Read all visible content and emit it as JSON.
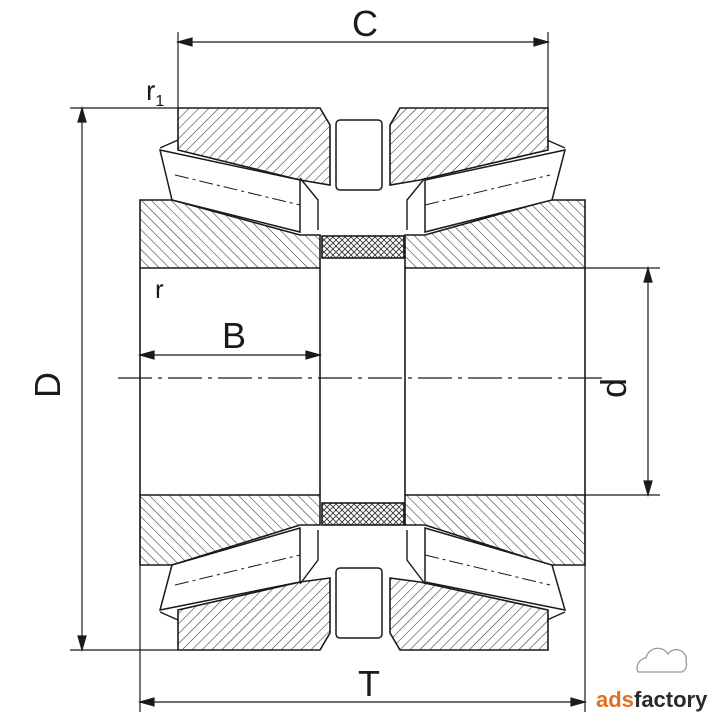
{
  "labels": {
    "C": "C",
    "r1_base": "r",
    "r1_sub": "1",
    "r": "r",
    "B": "B",
    "D": "D",
    "d": "d",
    "T": "T"
  },
  "watermark": {
    "brand_part1": "ads",
    "brand_part2": "factory",
    "icon": "cloud-icon"
  },
  "colors": {
    "line": "#1a1a1a",
    "hatch": "#333333",
    "accent": "#e07020"
  }
}
